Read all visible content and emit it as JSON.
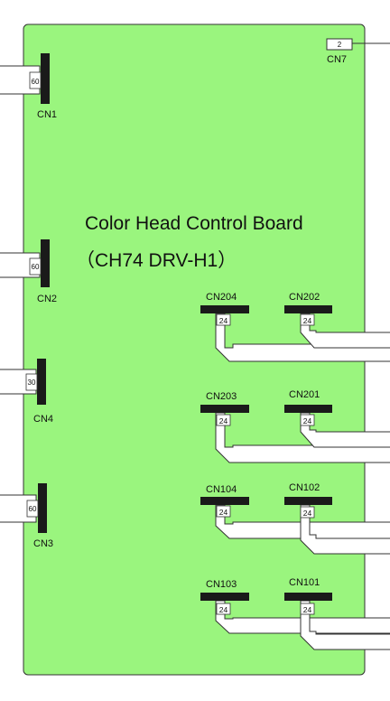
{
  "board": {
    "title": "Color Head Control Board",
    "subtitle": "（CH74 DRV-H1）",
    "fill_color": "#9af57e",
    "outline_color": "#333333"
  },
  "connectors": {
    "cn1": {
      "name": "CN1",
      "pins": "60"
    },
    "cn2": {
      "name": "CN2",
      "pins": "60"
    },
    "cn4": {
      "name": "CN4",
      "pins": "30"
    },
    "cn3": {
      "name": "CN3",
      "pins": "60"
    },
    "cn7": {
      "name": "CN7",
      "pins": "2"
    },
    "cn204": {
      "name": "CN204",
      "pins": "24"
    },
    "cn202": {
      "name": "CN202",
      "pins": "24"
    },
    "cn203": {
      "name": "CN203",
      "pins": "24"
    },
    "cn201": {
      "name": "CN201",
      "pins": "24"
    },
    "cn104": {
      "name": "CN104",
      "pins": "24"
    },
    "cn102": {
      "name": "CN102",
      "pins": "24"
    },
    "cn103": {
      "name": "CN103",
      "pins": "24"
    },
    "cn101": {
      "name": "CN101",
      "pins": "24"
    }
  }
}
